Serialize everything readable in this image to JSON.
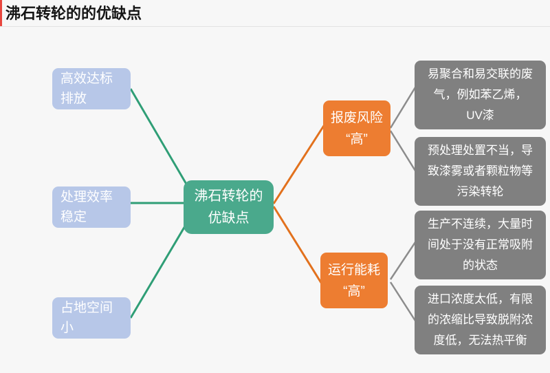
{
  "page": {
    "title": "沸石转轮的的优缺点",
    "background_color": "#f7f7f7",
    "title_accent_color": "#e8473f"
  },
  "diagram": {
    "type": "mind-map",
    "root": {
      "label_lines": [
        "沸石转轮的",
        "优缺点"
      ],
      "color": "#4aa98c"
    },
    "advantages_branch": {
      "connector_color": "#2f9e76",
      "node_color": "#b7c7e8",
      "items": [
        {
          "label_lines": [
            "高效达标",
            "排放"
          ]
        },
        {
          "label_lines": [
            "处理效率",
            "稳定"
          ]
        },
        {
          "label_lines": [
            "占地空间",
            "小"
          ]
        }
      ]
    },
    "disadvantages_branch": {
      "connector_color": "#e2711d",
      "node_color": "#ed7d31",
      "leaf_connector_color": "#8c8c8c",
      "leaf_color": "#808080",
      "items": [
        {
          "label_lines": [
            "报废风险",
            "“高”"
          ],
          "children": [
            {
              "label_lines": [
                "易聚合和易交联的废",
                "气，例如苯乙烯，",
                "UV漆"
              ]
            },
            {
              "label_lines": [
                "预处理处置不当，导",
                "致漆雾或者颗粒物等",
                "污染转轮"
              ]
            }
          ]
        },
        {
          "label_lines": [
            "运行能耗",
            "“高”"
          ],
          "children": [
            {
              "label_lines": [
                "生产不连续，大量时",
                "间处于没有正常吸附",
                "的状态"
              ]
            },
            {
              "label_lines": [
                "进口浓度太低，有限",
                "的浓缩比导致脱附浓",
                "度低，无法热平衡"
              ]
            }
          ]
        }
      ]
    }
  }
}
